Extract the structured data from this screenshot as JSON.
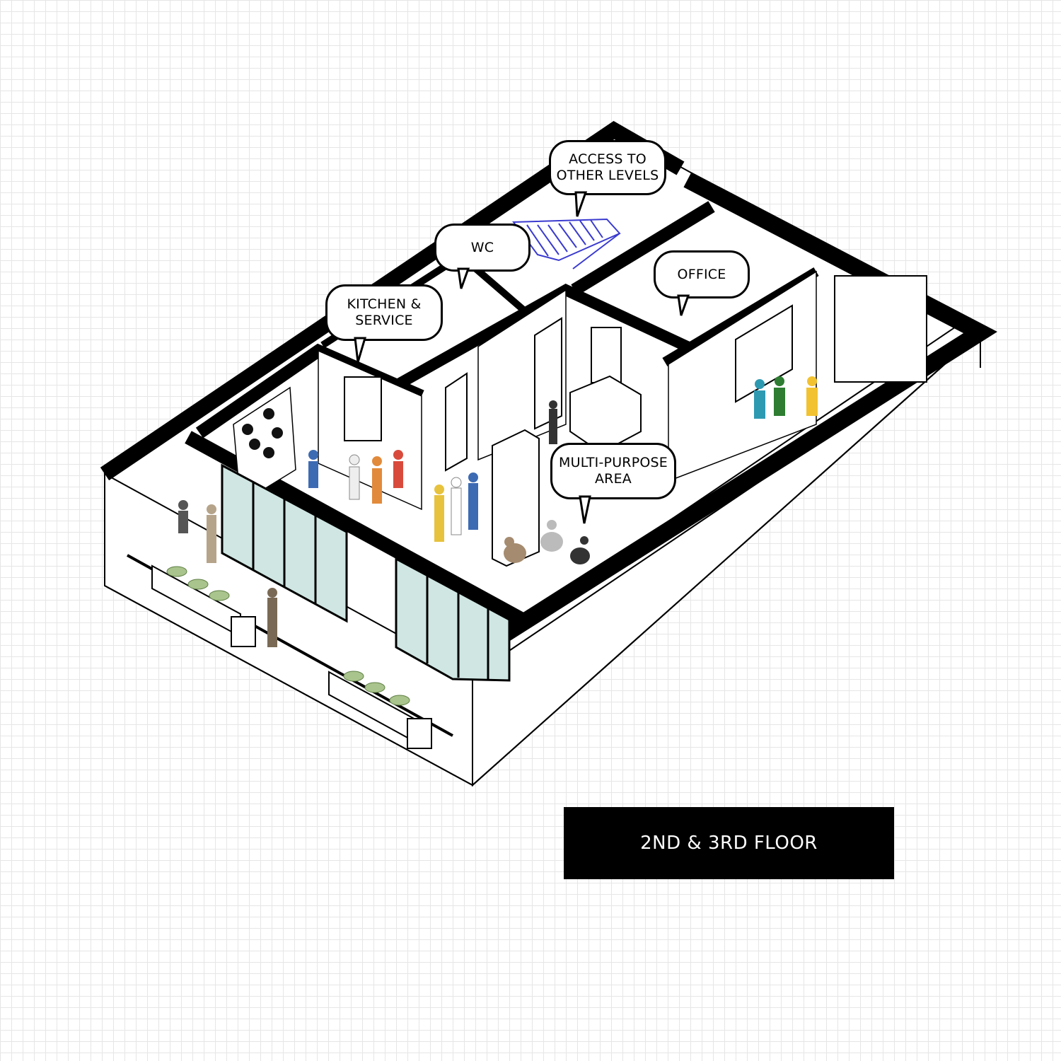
{
  "labels": {
    "access": "ACCESS TO\nOTHER LEVELS",
    "wc": "WC",
    "office": "OFFICE",
    "kitchen": "KITCHEN &\nSERVICE",
    "multipurpose": "MULTI-PURPOSE\nAREA"
  },
  "floor_label": "2ND & 3RD FLOOR",
  "colors": {
    "wall": "#000000",
    "glass": "#cfe6e2",
    "stair": "#3a3ad0",
    "plant": "#a9c48c"
  }
}
